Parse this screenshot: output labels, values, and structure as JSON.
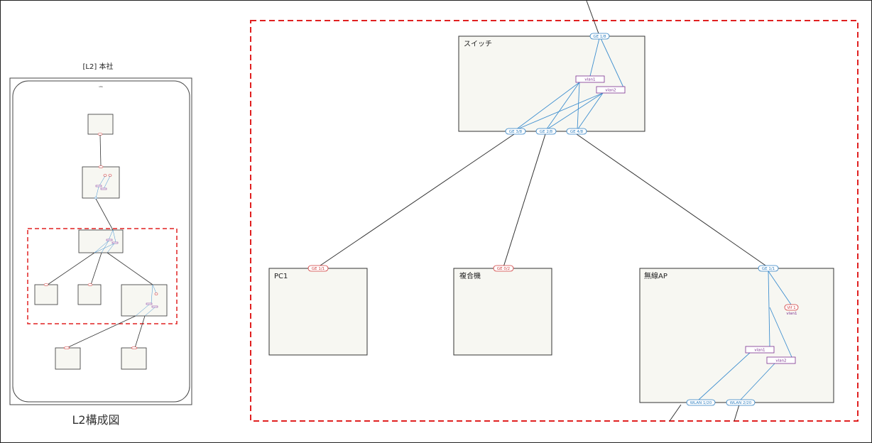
{
  "overview": {
    "title": "[L2] 本社",
    "inner_label": "site",
    "caption": "L2構成図"
  },
  "devices": {
    "switch": {
      "name": "スイッチ"
    },
    "pc1": {
      "name": "PC1"
    },
    "mfp": {
      "name": "複合機"
    },
    "ap": {
      "name": "無線AP"
    }
  },
  "ports": {
    "sw_uplink": "GE 1/8",
    "sw_ge3": "GE 3/8",
    "sw_ge2": "GE 2/8",
    "sw_ge4": "GE 4/8",
    "pc1_port": "GE 1/1",
    "mfp_port": "GE 0/2",
    "ap_port": "GE 1/1",
    "ap_vif": "Vif 1",
    "ap_wlan1": "WLAN 1/20",
    "ap_wlan2": "WLAN 2/20"
  },
  "vlans": {
    "sw_vlan1": "vlan1",
    "sw_vlan2": "vlan2",
    "ap_vif_vlan": "vlan1",
    "ap_vlan1": "vlan1",
    "ap_vlan2": "vlan2"
  },
  "colors": {
    "device_fill": "#f7f7f2",
    "line_dark": "#333333",
    "line_blue": "#3f8fcf",
    "port_blue": "#2e7fc1",
    "port_red": "#d03a3a",
    "vlan_purple": "#7b2f8f",
    "dash_red": "#e02020"
  }
}
